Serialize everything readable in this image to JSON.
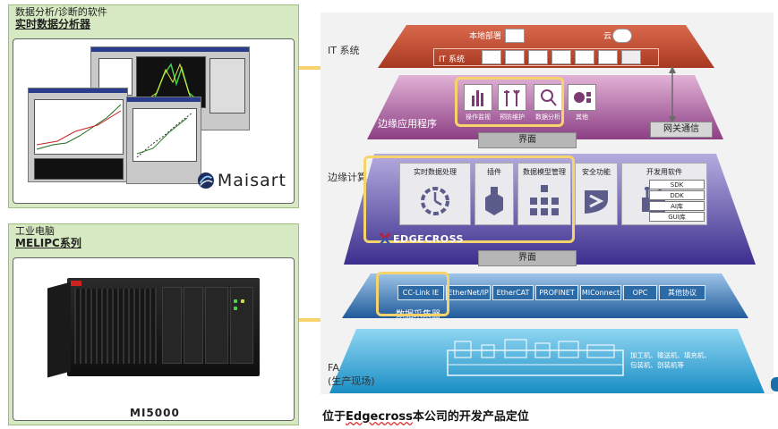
{
  "panel_software": {
    "subtitle": "数据分析/诊断的软件",
    "title": "实时数据分析器",
    "logo_text": "Maisart"
  },
  "panel_ipc": {
    "subtitle": "工业电脑",
    "title": "MELIPC系列",
    "model": "MI5000"
  },
  "diagram": {
    "layers": {
      "it": "IT 系统",
      "edge_app": "边缘应用程序",
      "edge_compute": "边缘计算",
      "fa": "FA",
      "fa_sub": "(生产现场)"
    },
    "it_layer": {
      "onprem": "本地部署",
      "cloud": "云",
      "it_system": "IT 系统"
    },
    "apps": [
      {
        "label": "操作监视"
      },
      {
        "label": "预防维护"
      },
      {
        "label": "数据分析"
      },
      {
        "label": "其他"
      }
    ],
    "gateway": "网关通信",
    "interface_top": "界面",
    "interface_bottom": "界面",
    "compute_cards": {
      "realtime": "实时数据处理",
      "plugin": "插件",
      "model": "数据模型管理",
      "security": "安全功能",
      "devsw": "开发用软件"
    },
    "dev_items": [
      "SDK",
      "DDK",
      "AI库",
      "GUI库"
    ],
    "brand": "EDGECROSS",
    "protocols": [
      "CC-Link IE",
      "EtherNet/IP",
      "EtherCAT",
      "PROFINET",
      "MIConnect",
      "OPC",
      "其他协议"
    ],
    "collector": "数据采集器",
    "fa_note": "加工机、输送机、填充机、包装机、剖装机等"
  },
  "caption": {
    "prefix": "位于",
    "brand": "Edgecross",
    "suffix": "本公司的开发产品定位"
  },
  "colors": {
    "panel_green": "#d7e9c2",
    "highlight_yellow": "#f6d36b",
    "it_red": "#c4492c",
    "app_purple": "#a6579b",
    "compute_violet": "#5b4aa8",
    "collector_blue": "#2d6eb0",
    "fa_cyan": "#2ea3d6"
  }
}
